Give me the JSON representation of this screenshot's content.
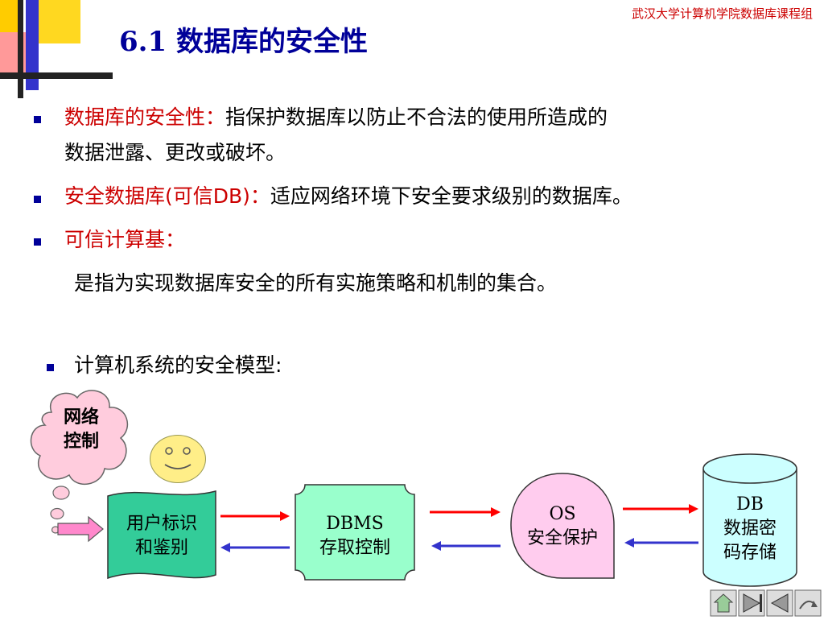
{
  "header": {
    "title": "6.1 数据库的安全性",
    "course_group": "武汉大学计算机学院数据库课程组"
  },
  "bullets": [
    {
      "term": "数据库的安全性：",
      "text_line1": "指保护数据库以防止不合法的使用所造成的",
      "text_line2": "数据泄露、更改或破坏。"
    },
    {
      "term": "安全数据库(可信DB)：",
      "text_line1": "适应网络环境下安全要求级别的数据库。"
    },
    {
      "term": "可信计算基：",
      "text_line2": "是指为实现数据库安全的所有实施策略和机制的集合。"
    }
  ],
  "model": {
    "heading": "计算机系统的安全模型:",
    "network_control": [
      "网络",
      "控制"
    ],
    "user_ident": [
      "用户标识",
      "和鉴别"
    ],
    "dbms": [
      "DBMS",
      "存取控制"
    ],
    "os": [
      "OS",
      "安全保护"
    ],
    "db": [
      "DB",
      "数据密",
      "码存储"
    ]
  },
  "colors": {
    "title": "#000099",
    "term": "#cc0000",
    "cloud_fill": "#ffccdd",
    "user_fill": "#33cc99",
    "dbms_fill": "#99ffcc",
    "os_fill": "#ffccee",
    "db_fill": "#ccffff",
    "arrow_right": "#ff0000",
    "arrow_left": "#3333cc"
  },
  "nav_icons": [
    "home-icon",
    "next-icon",
    "previous-icon",
    "return-icon"
  ]
}
